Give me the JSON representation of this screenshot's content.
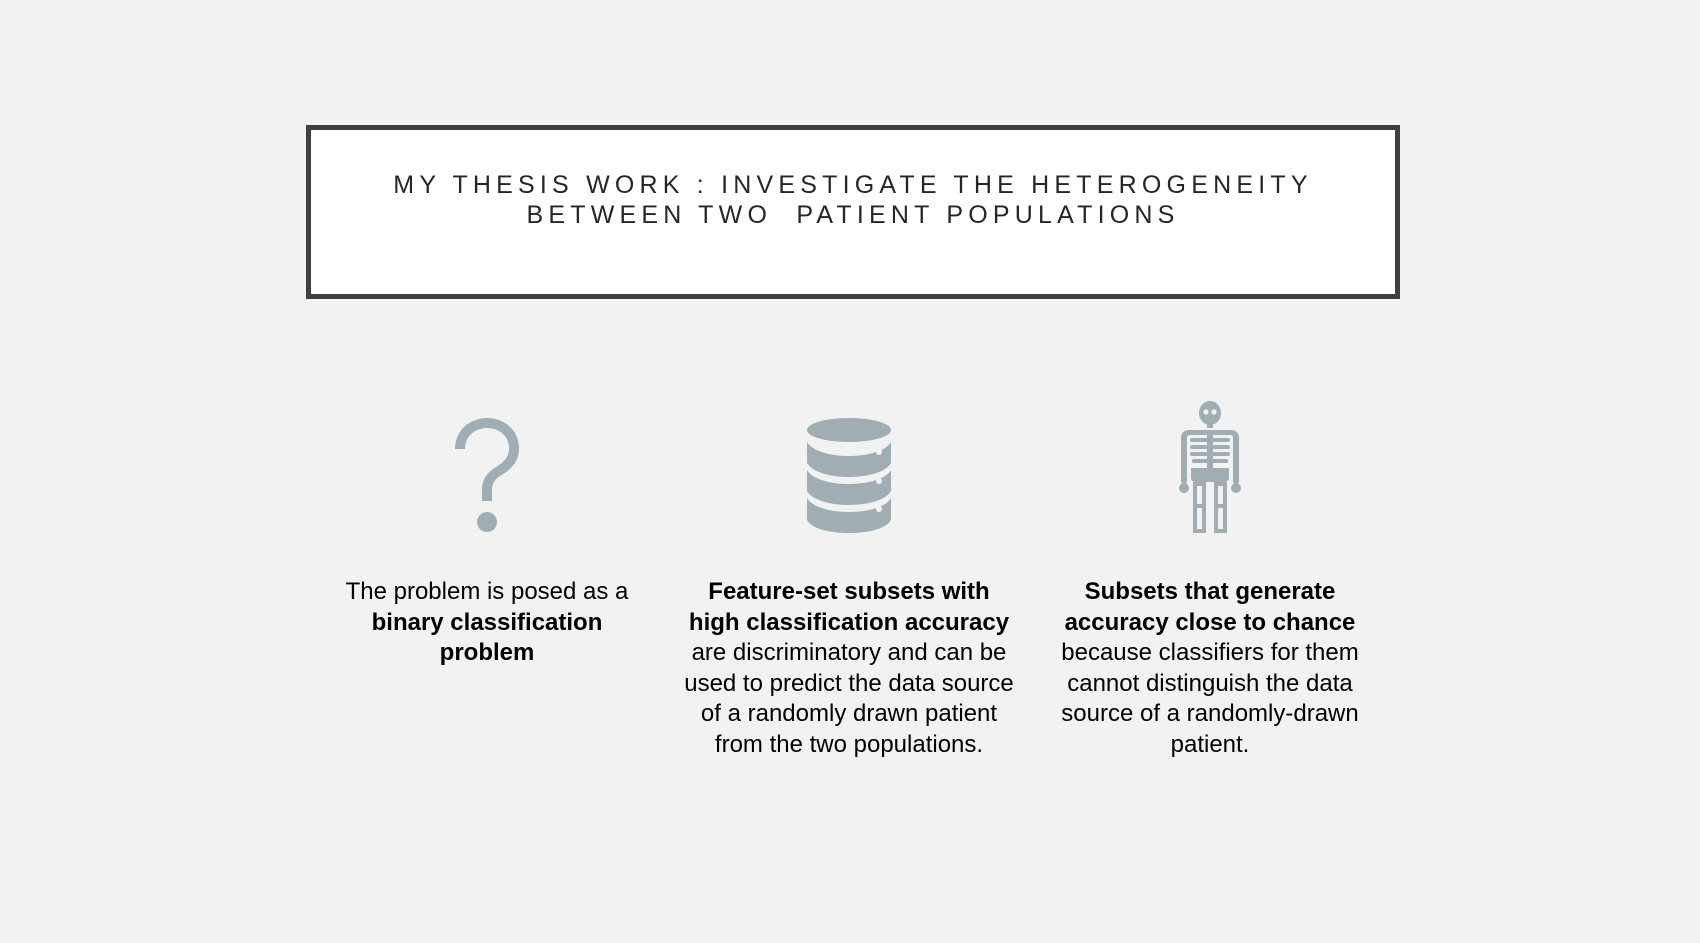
{
  "slide": {
    "title_line_1": "MY THESIS WORK : INVESTIGATE THE HETEROGENEITY",
    "title_line_2": "BETWEEN TWO  PATIENT POPULATIONS"
  },
  "icon_color": "#a0aeb4",
  "border_color": "#404040",
  "columns": [
    {
      "icon": "question-mark-icon",
      "plain_before": "The problem is posed as a ",
      "bold": "binary classification problem",
      "plain_after": ""
    },
    {
      "icon": "database-icon",
      "plain_before": "",
      "bold": "Feature-set subsets with high classification accuracy",
      "plain_after": " are discriminatory and can be used to predict the data source of a randomly drawn patient from the two populations."
    },
    {
      "icon": "skeleton-icon",
      "plain_before": "",
      "bold": "Subsets that generate accuracy close to chance",
      "plain_after": " because classifiers for them cannot distinguish the data source of a randomly-drawn patient."
    }
  ]
}
